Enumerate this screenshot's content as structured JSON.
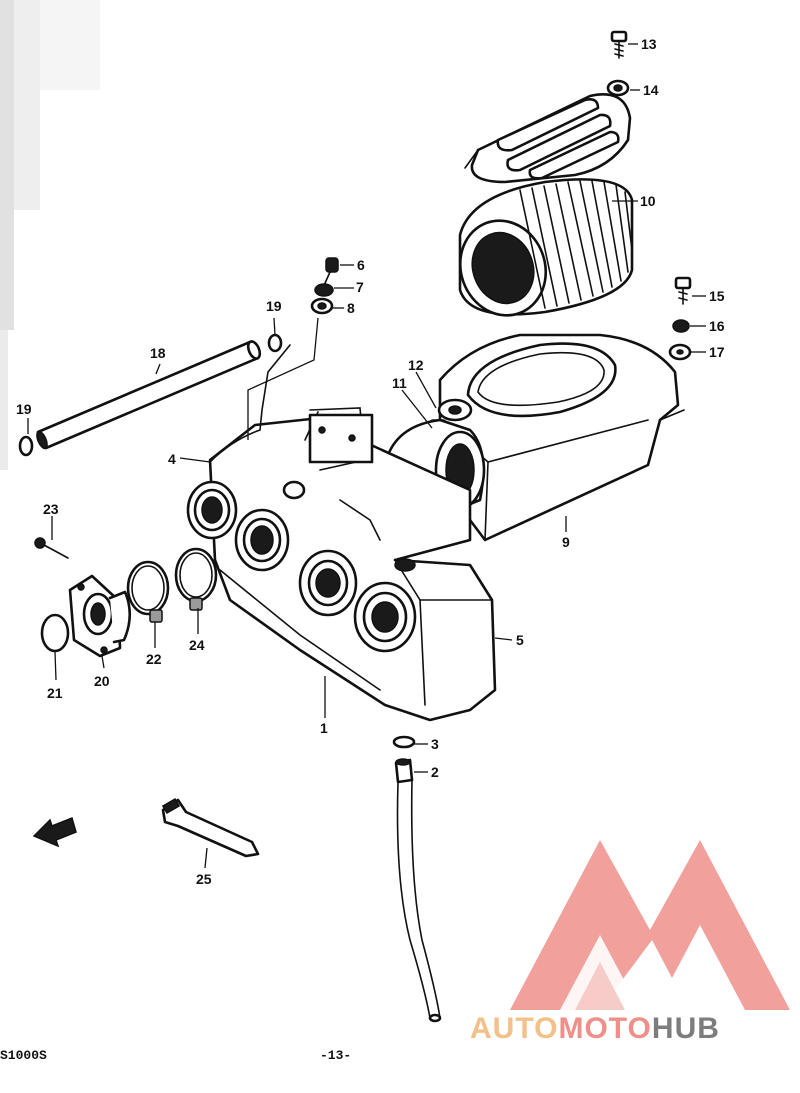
{
  "diagram": {
    "part_labels": {
      "p1": "1",
      "p2": "2",
      "p3": "3",
      "p4": "4",
      "p5": "5",
      "p6": "6",
      "p7": "7",
      "p8": "8",
      "p9": "9",
      "p10": "10",
      "p11": "11",
      "p12": "12",
      "p13": "13",
      "p14": "14",
      "p15": "15",
      "p16": "16",
      "p17": "17",
      "p18": "18",
      "p19a": "19",
      "p19b": "19",
      "p20": "20",
      "p21": "21",
      "p22": "22",
      "p23": "23",
      "p24": "24",
      "p25": "25"
    }
  },
  "footer": {
    "model": "S1000S",
    "page": "-13-"
  },
  "watermark": {
    "part1": "AUTO",
    "part2": "MOTO",
    "part3": "HUB",
    "logo_colors": {
      "outer": "#ee8f8a",
      "inner": "#f4c3c0",
      "text_auto": "#f3c089",
      "text_hub": "#7d7d7d"
    }
  }
}
